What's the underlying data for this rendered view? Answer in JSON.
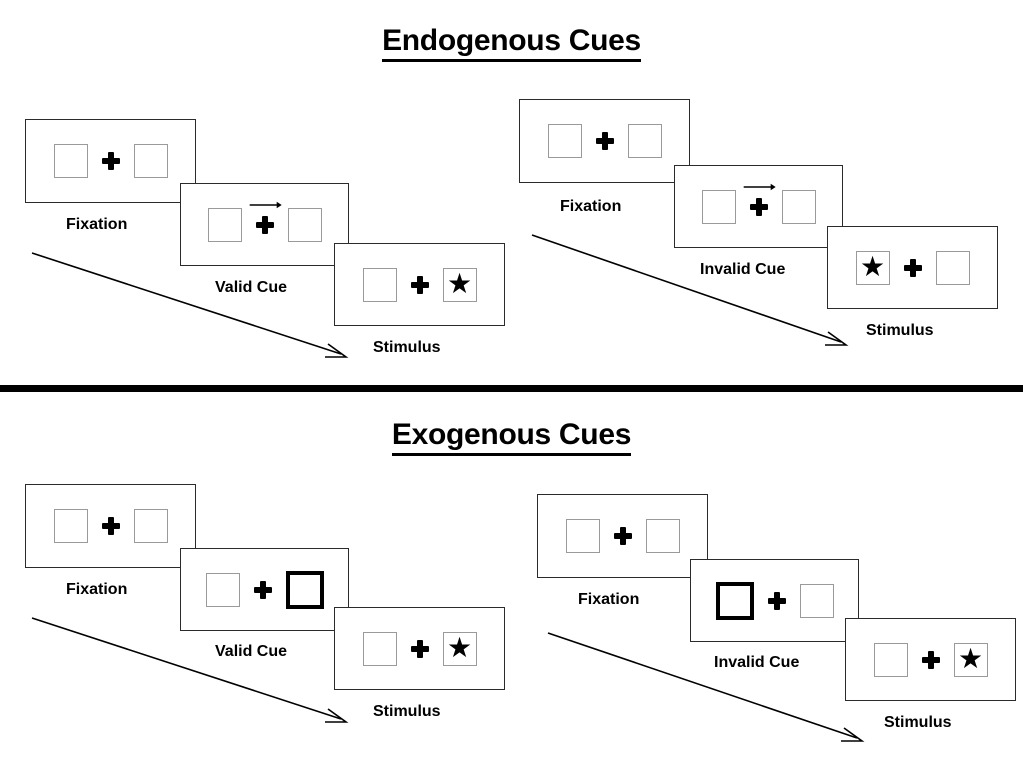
{
  "figure": {
    "type": "experiment-paradigm-diagram",
    "description": "Posner cueing paradigm: endogenous vs exogenous cues, valid vs invalid trials"
  },
  "sections": [
    {
      "id": "endogenous",
      "title": "Endogenous Cues",
      "panels": [
        {
          "id": "endogenous-valid",
          "validity": "valid",
          "frames": [
            {
              "label": "Fixation",
              "left_box": "empty",
              "right_box": "empty",
              "cue": "none",
              "center": "plus"
            },
            {
              "label": "Valid Cue",
              "left_box": "empty",
              "right_box": "empty",
              "cue": "arrow-right",
              "center": "plus"
            },
            {
              "label": "Stimulus",
              "left_box": "empty",
              "right_box": "star",
              "cue": "none",
              "center": "plus"
            }
          ]
        },
        {
          "id": "endogenous-invalid",
          "validity": "invalid",
          "frames": [
            {
              "label": "Fixation",
              "left_box": "empty",
              "right_box": "empty",
              "cue": "none",
              "center": "plus"
            },
            {
              "label": "Invalid Cue",
              "left_box": "empty",
              "right_box": "empty",
              "cue": "arrow-right",
              "center": "plus"
            },
            {
              "label": "Stimulus",
              "left_box": "star",
              "right_box": "empty",
              "cue": "none",
              "center": "plus"
            }
          ]
        }
      ]
    },
    {
      "id": "exogenous",
      "title": "Exogenous Cues",
      "panels": [
        {
          "id": "exogenous-valid",
          "validity": "valid",
          "frames": [
            {
              "label": "Fixation",
              "left_box": "empty",
              "right_box": "empty",
              "cue": "none",
              "center": "plus"
            },
            {
              "label": "Valid Cue",
              "left_box": "empty",
              "right_box": "highlighted",
              "cue": "box-flash-right",
              "center": "plus"
            },
            {
              "label": "Stimulus",
              "left_box": "empty",
              "right_box": "star",
              "cue": "none",
              "center": "plus"
            }
          ]
        },
        {
          "id": "exogenous-invalid",
          "validity": "invalid",
          "frames": [
            {
              "label": "Fixation",
              "left_box": "empty",
              "right_box": "empty",
              "cue": "none",
              "center": "plus"
            },
            {
              "label": "Invalid Cue",
              "left_box": "highlighted",
              "right_box": "empty",
              "cue": "box-flash-left",
              "center": "plus"
            },
            {
              "label": "Stimulus",
              "left_box": "empty",
              "right_box": "star",
              "cue": "none",
              "center": "plus"
            }
          ]
        }
      ]
    }
  ],
  "glyphs": {
    "star": "★",
    "fixation_cross": "plus-icon",
    "cue_arrow": "arrow-right-icon",
    "time_arrow": "time-progression-arrow"
  },
  "colors": {
    "ink": "#000000",
    "frame_border": "#2b2b2b",
    "box_border": "#9a9a9a",
    "cued_box_border": "#000000",
    "background": "#ffffff"
  }
}
